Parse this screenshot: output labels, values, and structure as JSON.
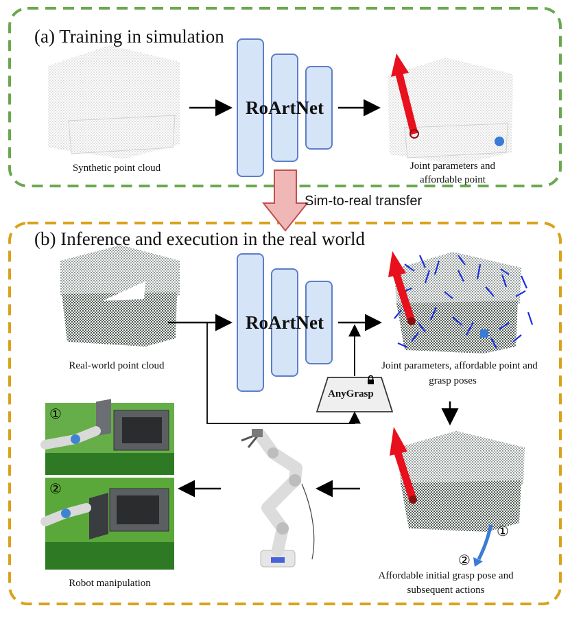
{
  "sections": {
    "training": {
      "title": "(a) Training in simulation"
    },
    "inference": {
      "title": "(b) Inference and execution in the real world"
    }
  },
  "transfer_label": "Sim-to-real transfer",
  "network": {
    "name": "RoArtNet"
  },
  "grasp_module": {
    "name": "AnyGrasp"
  },
  "captions": {
    "synthetic": "Synthetic point cloud",
    "joint_sim_line1": "Joint parameters and",
    "joint_sim_line2": "affordable point",
    "real_world": "Real-world point cloud",
    "joint_real_line1": "Joint parameters, affordable point and",
    "joint_real_line2": "grasp poses",
    "initial_grasp_line1": "Affordable initial grasp pose and",
    "initial_grasp_line2": "subsequent actions",
    "robot_manipulation": "Robot manipulation"
  },
  "step_markers": {
    "one": "①",
    "two": "②"
  },
  "colors": {
    "training_border": "#6aa84f",
    "inference_border": "#d9a21b",
    "network_fill": "#d6e4f7",
    "network_stroke": "#5b7fc7",
    "transfer_arrow_fill": "#f0b7b7",
    "transfer_arrow_stroke": "#c0504d",
    "joint_arrow": "#e8101c",
    "grasp_poses": "#1a2fe0",
    "affordable_point": "#3a7bd5",
    "photo_green": "#4a8f2a"
  }
}
